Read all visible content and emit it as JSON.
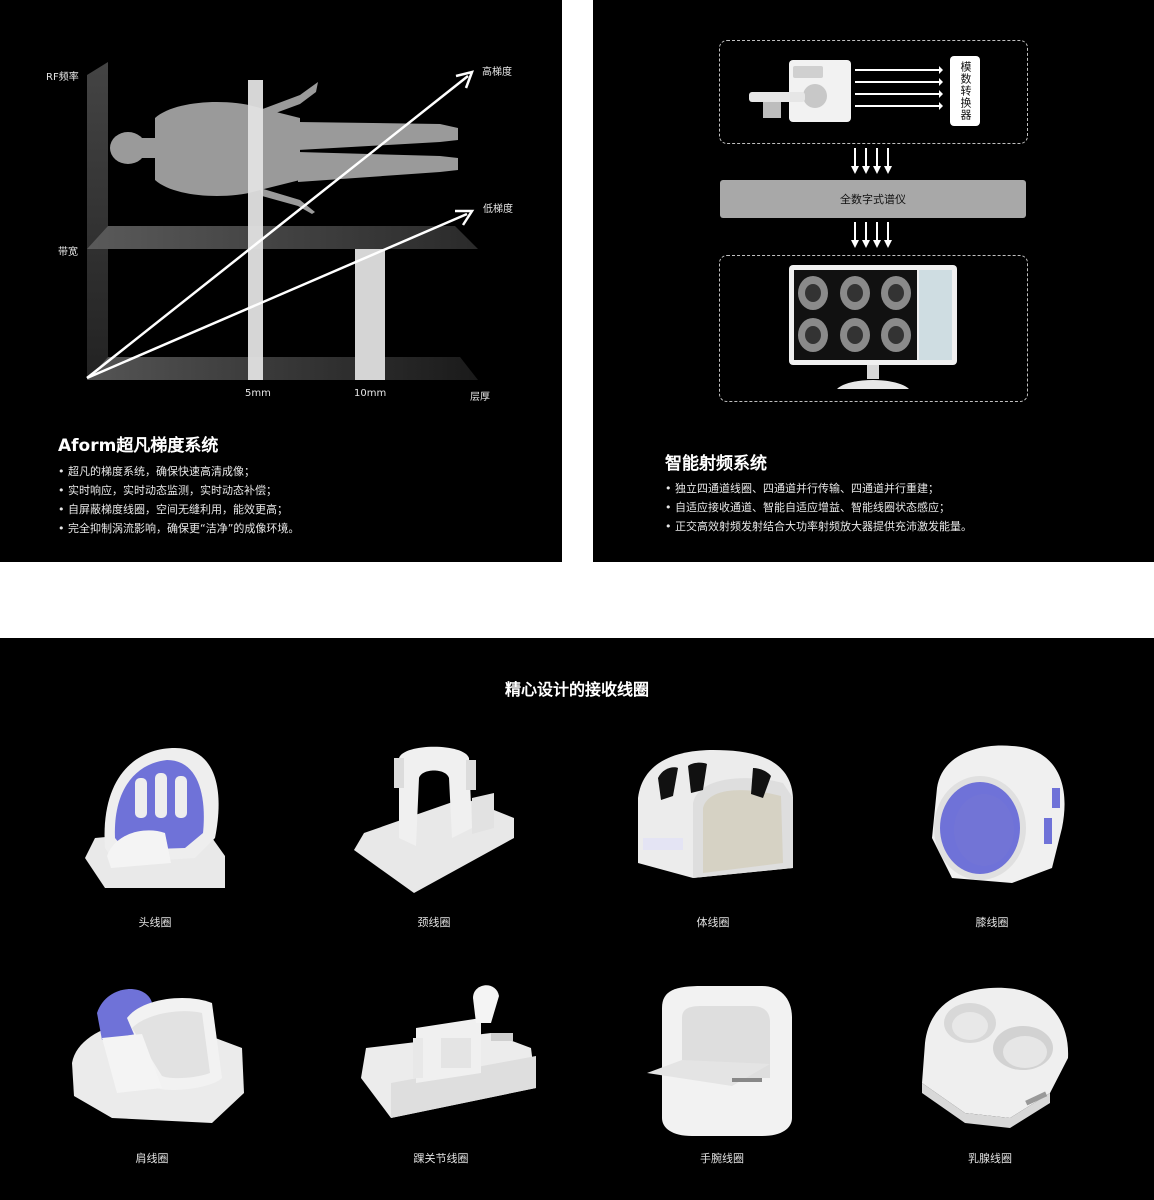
{
  "gradient": {
    "axis": {
      "rf": "RF频率",
      "bandwidth": "带宽",
      "high": "高梯度",
      "low": "低梯度",
      "five": "5mm",
      "ten": "10mm",
      "thickness": "层厚"
    },
    "title": "Aform超凡梯度系统",
    "bullets": [
      "超凡的梯度系统，确保快速高清成像；",
      "实时响应，实时动态监测，实时动态补偿；",
      "自屏蔽梯度线圈，空间无缝利用，能效更高；",
      "完全抑制涡流影响，确保更“洁净”的成像环境。"
    ]
  },
  "rf": {
    "adc": "模数转换器",
    "spectrometer": "全数字式谱仪",
    "title": "智能射频系统",
    "bullets": [
      "独立四通道线圈、四通道并行传输、四通道并行重建；",
      "自适应接收通道、智能自适应增益、智能线圈状态感应；",
      "正交高效射频发射结合大功率射频放大器提供充沛激发能量。"
    ]
  },
  "coils": {
    "title": "精心设计的接收线圈",
    "items": [
      {
        "label": "头线圈",
        "icon": "head-coil-icon"
      },
      {
        "label": "颈线圈",
        "icon": "neck-coil-icon"
      },
      {
        "label": "体线圈",
        "icon": "body-coil-icon"
      },
      {
        "label": "膝线圈",
        "icon": "knee-coil-icon"
      },
      {
        "label": "肩线圈",
        "icon": "shoulder-coil-icon"
      },
      {
        "label": "踝关节线圈",
        "icon": "ankle-coil-icon"
      },
      {
        "label": "手腕线圈",
        "icon": "wrist-coil-icon"
      },
      {
        "label": "乳腺线圈",
        "icon": "breast-coil-icon"
      }
    ]
  },
  "colors": {
    "background": "#000000",
    "accent_blue": "#6f72d8",
    "coil_white": "#eeeeee",
    "spectrometer_gray": "#a8a8a8"
  }
}
